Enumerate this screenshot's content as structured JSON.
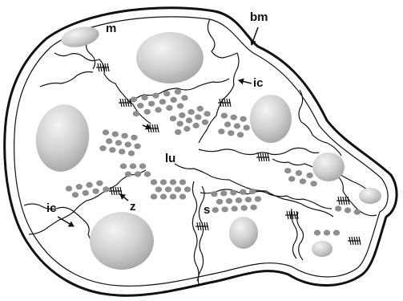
{
  "diagram": {
    "labels": {
      "bm": "bm",
      "m": "m",
      "ic_upper": "ic",
      "ic_lower": "ic",
      "lu": "lu",
      "z": "z",
      "s": "s"
    },
    "colors": {
      "outline": "#111111",
      "nucleus_light": "#f4f4f4",
      "nucleus_dark": "#a9a9a9",
      "granule": "#8e8e8e",
      "background": "#ffffff"
    }
  }
}
